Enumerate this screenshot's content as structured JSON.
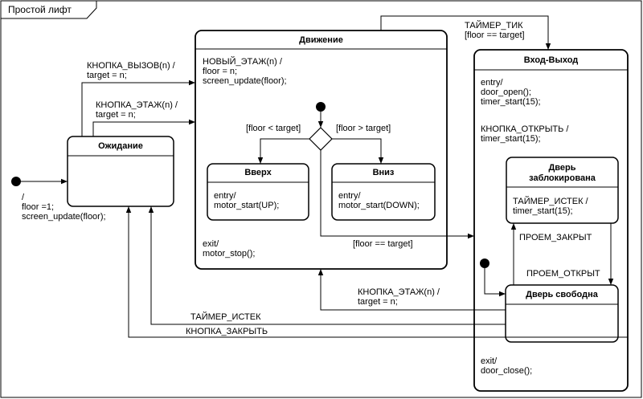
{
  "frame_title": "Простой лифт",
  "states": {
    "idle": {
      "name": "Ожидание"
    },
    "moving": {
      "name": "Движение",
      "entry_text": "НОВЫЙ_ЭТАЖ(n) /\nfloor = n;\nscreen_update(floor);",
      "exit_text": "exit/\nmotor_stop();"
    },
    "up": {
      "name": "Вверх",
      "body": "entry/\nmotor_start(UP);"
    },
    "down": {
      "name": "Вниз",
      "body": "entry/\nmotor_start(DOWN);"
    },
    "io": {
      "name": "Вход-Выход",
      "entry_text": "entry/\ndoor_open();\ntimer_start(15);",
      "open_text": "КНОПКА_ОТКРЫТЬ /\ntimer_start(15);",
      "exit_text": "exit/\ndoor_close();"
    },
    "door_locked": {
      "name": "Дверь\nзаблокирована",
      "body": "ТАЙМЕР_ИСТЕК /\ntimer_start(15);"
    },
    "door_free": {
      "name": "Дверь свободна"
    }
  },
  "transitions": {
    "call_button": "КНОПКА_ВЫЗОВ(n) /\ntarget = n;",
    "floor_button_top": "КНОПКА_ЭТАЖ(n) /\ntarget = n;",
    "initial_action": "/\nfloor =1;\nscreen_update(floor);",
    "timer_tick": "ТАЙМЕР_ТИК\n[floor == target]",
    "guard_less": "[floor < target]",
    "guard_greater": "[floor > target]",
    "guard_equal": "[floor == target]",
    "opening_closed": "ПРОЕМ_ЗАКРЫТ",
    "opening_open": "ПРОЕМ_ОТКРЫТ",
    "floor_button_bottom": "КНОПКА_ЭТАЖ(n) /\ntarget = n;",
    "timer_expired": "ТАЙМЕР_ИСТЕК",
    "close_button": "КНОПКА_ЗАКРЫТЬ"
  }
}
